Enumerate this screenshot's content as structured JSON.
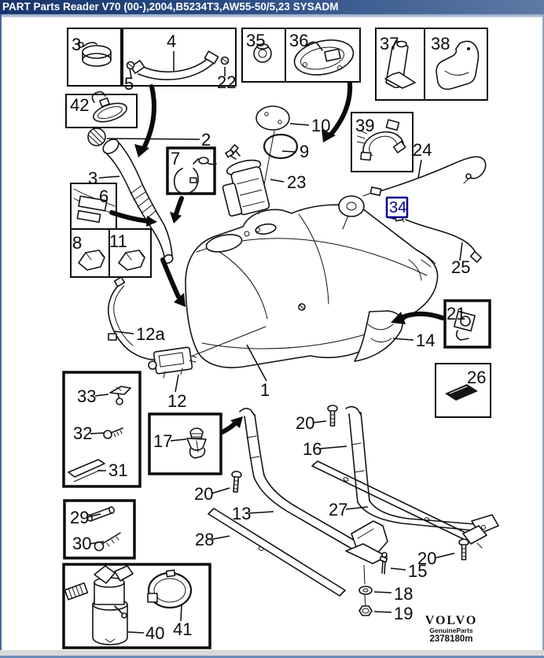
{
  "window": {
    "title": "PART Parts Reader V70 (00-),2004,B5234T3,AW55-50/5,23 SYSADM"
  },
  "diagram": {
    "highlighted_part": "34",
    "highlight_color": "#00008f",
    "parts": {
      "p1": "1",
      "p2": "2",
      "p3": "3",
      "p4": "4",
      "p5": "5",
      "p6": "6",
      "p7": "7",
      "p8": "8",
      "p9": "9",
      "p10": "10",
      "p11": "11",
      "p12": "12",
      "p12a": "12a",
      "p13": "13",
      "p14": "14",
      "p15": "15",
      "p16": "16",
      "p17": "17",
      "p18": "18",
      "p19": "19",
      "p20": "20",
      "p21": "21",
      "p22": "22",
      "p23": "23",
      "p24": "24",
      "p25": "25",
      "p26": "26",
      "p27": "27",
      "p28": "28",
      "p29": "29",
      "p30": "30",
      "p31": "31",
      "p32": "32",
      "p33": "33",
      "p34": "34",
      "p35": "35",
      "p36": "36",
      "p37": "37",
      "p38": "38",
      "p39": "39",
      "p40": "40",
      "p41": "41",
      "p42": "42"
    }
  },
  "footer": {
    "brand": "VOLVO",
    "brand_tagline": "GenuineParts",
    "image_number": "2378180m"
  }
}
